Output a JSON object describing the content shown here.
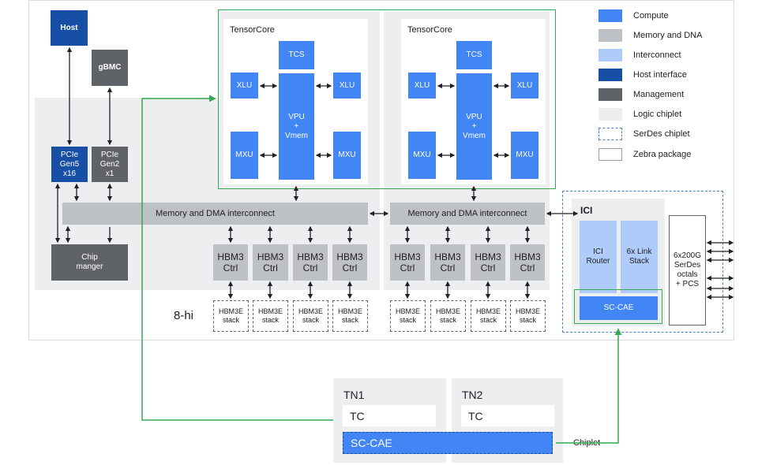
{
  "colors": {
    "compute": "#4285f4",
    "memory": "#bdc1c6",
    "interconnect": "#aecbfa",
    "host": "#174ea6",
    "management": "#5f6368",
    "logic": "#eceef0",
    "serdes_border": "#4a7fc8",
    "green": "#34a853"
  },
  "legend": [
    {
      "label": "Compute",
      "style": "compute"
    },
    {
      "label": "Memory and DNA",
      "style": "memory"
    },
    {
      "label": "Interconnect",
      "style": "interconnect"
    },
    {
      "label": "Host interface",
      "style": "host"
    },
    {
      "label": "Management",
      "style": "management"
    },
    {
      "label": "Logic chiplet",
      "style": "logic"
    },
    {
      "label": "SerDes chiplet",
      "style": "serdes"
    },
    {
      "label": "Zebra package",
      "style": "zebra"
    }
  ],
  "host": {
    "host_label": "Host",
    "gbmc_label": "gBMC",
    "pcie_gen5": "PCIe\nGen5\nx16",
    "pcie_gen2": "PCIe\nGen2\nx1",
    "chip_manager": "Chip\nmanger"
  },
  "tensorcores": [
    {
      "title": "TensorCore",
      "tcs": "TCS",
      "xlu_left": "XLU",
      "xlu_right": "XLU",
      "vpu": "VPU\n+\nVmem",
      "mxu_left": "MXU",
      "mxu_right": "MXU"
    },
    {
      "title": "TensorCore",
      "tcs": "TCS",
      "xlu_left": "XLU",
      "xlu_right": "XLU",
      "vpu": "VPU\n+\nVmem",
      "mxu_left": "MXU",
      "mxu_right": "MXU"
    }
  ],
  "dma": {
    "left": "Memory and DMA interconnect",
    "right": "Memory and DMA interconnect"
  },
  "hbm_ctrl_label": "HBM3\nCtrl",
  "hbm_stack_label": "HBM3E\nstack",
  "eight_hi": "8-hi",
  "ici": {
    "title": "ICI",
    "router": "ICI\nRouter",
    "link_stack": "6x Link\nStack",
    "sc_cae": "SC-CAE",
    "serdes": "6x200G\nSerDes\noctals\n+ PCS"
  },
  "bottom": {
    "tn1": "TN1",
    "tn2": "TN2",
    "tc1": "TC",
    "tc2": "TC",
    "sc_cae": "SC-CAE",
    "chiplet": "Chiplet"
  }
}
